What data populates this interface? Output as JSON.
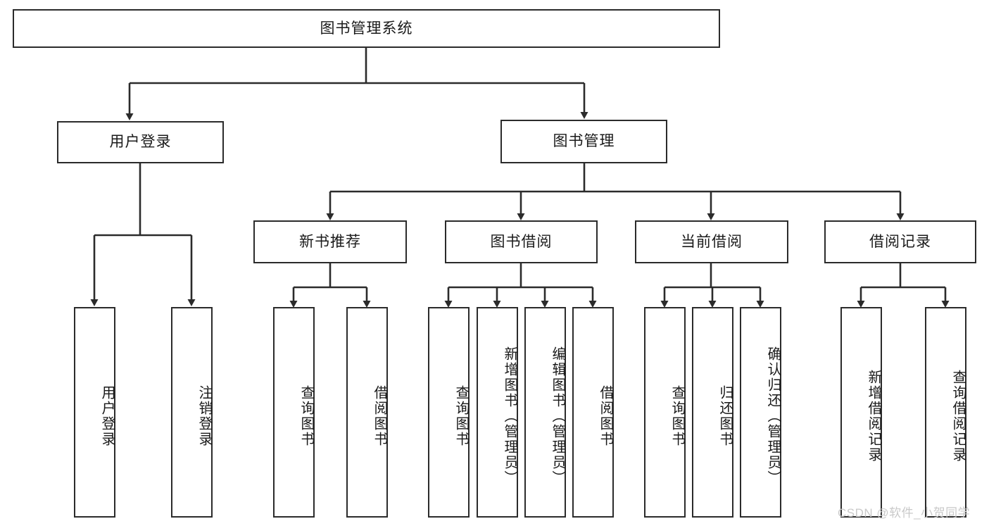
{
  "diagram": {
    "title": "图书管理系统",
    "type": "functional-structure-tree",
    "colors": {
      "box_border": "#2b2b2b",
      "box_fill": "#ffffff",
      "edge": "#2b2b2b",
      "text": "#1a1a1a",
      "watermark": "#c9c9c9"
    },
    "watermark": "CSDN @软件_小贺同学"
  },
  "nodes": {
    "root": {
      "label": "图书管理系统",
      "orientation": "horizontal"
    },
    "level1": [
      {
        "label": "用户登录",
        "orientation": "horizontal"
      },
      {
        "label": "图书管理",
        "orientation": "horizontal"
      }
    ],
    "level2": [
      {
        "label": "新书推荐",
        "orientation": "horizontal"
      },
      {
        "label": "图书借阅",
        "orientation": "horizontal"
      },
      {
        "label": "当前借阅",
        "orientation": "horizontal"
      },
      {
        "label": "借阅记录",
        "orientation": "horizontal"
      }
    ],
    "leaves": {
      "user_login": [
        {
          "label": "用户登录",
          "orientation": "vertical"
        },
        {
          "label": "注销登录",
          "orientation": "vertical"
        }
      ],
      "new_book_recommend": [
        {
          "label": "查询图书",
          "orientation": "vertical"
        },
        {
          "label": "借阅图书",
          "orientation": "vertical"
        }
      ],
      "book_borrow": [
        {
          "label": "查询图书",
          "orientation": "vertical"
        },
        {
          "label": "新增图书（管理员）",
          "orientation": "vertical"
        },
        {
          "label": "编辑图书（管理员）",
          "orientation": "vertical"
        },
        {
          "label": "借阅图书",
          "orientation": "vertical"
        }
      ],
      "current_borrow": [
        {
          "label": "查询图书",
          "orientation": "vertical"
        },
        {
          "label": "归还图书",
          "orientation": "vertical"
        },
        {
          "label": "确认归还（管理员）",
          "orientation": "vertical"
        }
      ],
      "borrow_record": [
        {
          "label": "新增借阅记录",
          "orientation": "vertical"
        },
        {
          "label": "查询借阅记录",
          "orientation": "vertical"
        }
      ]
    }
  }
}
